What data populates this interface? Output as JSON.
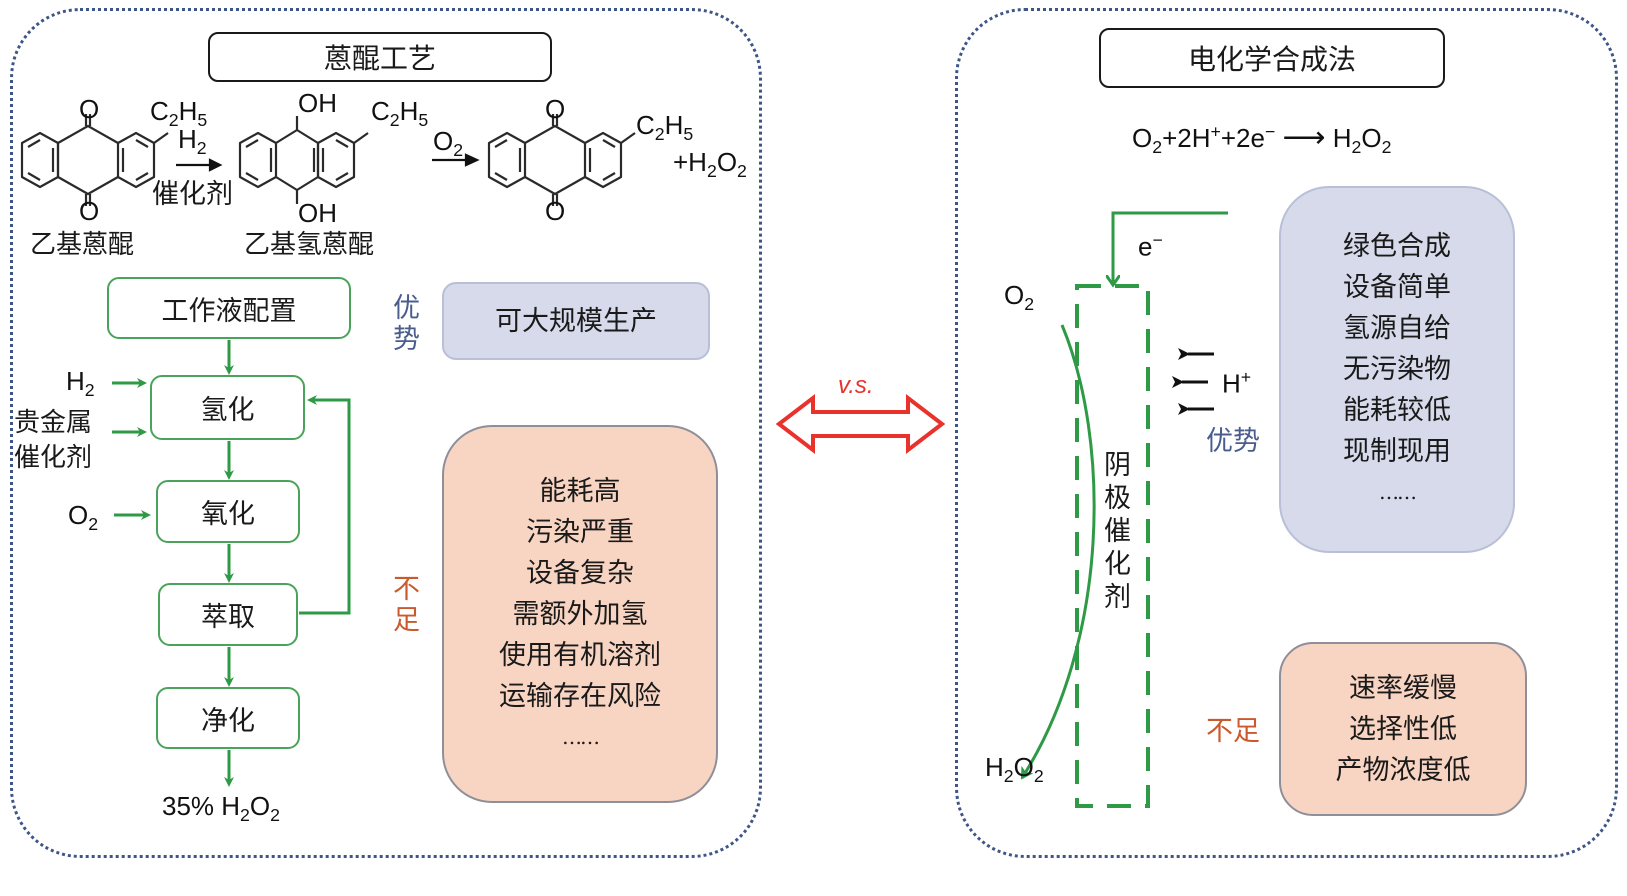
{
  "left_panel": {
    "title": "蒽醌工艺",
    "reaction": {
      "reactant_name": "乙基蒽醌",
      "intermediate_name": "乙基氢蒽醌",
      "substituent": "C2H5",
      "step1_reagent": "H2",
      "step1_catalyst": "催化剂",
      "step2_reagent": "O2",
      "byproduct": "+H2O2",
      "carbonyl_o": "O",
      "hydroxyl": "OH"
    },
    "flow_steps": [
      "工作液配置",
      "氢化",
      "氧化",
      "萃取",
      "净化"
    ],
    "inputs": {
      "h2": "H2",
      "catalyst_line1": "贵金属",
      "catalyst_line2": "催化剂",
      "o2": "O2"
    },
    "product": "35% H2O2",
    "advantage_label": "优势",
    "advantages": [
      "可大规模生产"
    ],
    "disadvantage_label": "不足",
    "disadvantages": [
      "能耗高",
      "污染严重",
      "设备复杂",
      "需额外加氢",
      "使用有机溶剂",
      "运输存在风险",
      "……"
    ]
  },
  "comparison": {
    "label": "v.s."
  },
  "right_panel": {
    "title": "电化学合成法",
    "equation": "O2+2H++2e- → H2O2",
    "electron_label": "e-",
    "o2_label": "O2",
    "h2o2_label": "H2O2",
    "proton_label": "H+",
    "cathode_label": "阴极催化剂",
    "advantage_label": "优势",
    "advantages": [
      "绿色合成",
      "设备简单",
      "氢源自给",
      "无污染物",
      "能耗较低",
      "现制现用",
      "……"
    ],
    "disadvantage_label": "不足",
    "disadvantages": [
      "速率缓慢",
      "选择性低",
      "产物浓度低"
    ]
  },
  "colors": {
    "panel_border": "#3d5587",
    "flow_green": "#2e9a45",
    "vs_red": "#e8322b",
    "advantage_fill": "#d6daea",
    "disadvantage_fill": "#f8d5c3",
    "advantage_text": "#4a5d8c",
    "disadvantage_text": "#c85a2e"
  }
}
